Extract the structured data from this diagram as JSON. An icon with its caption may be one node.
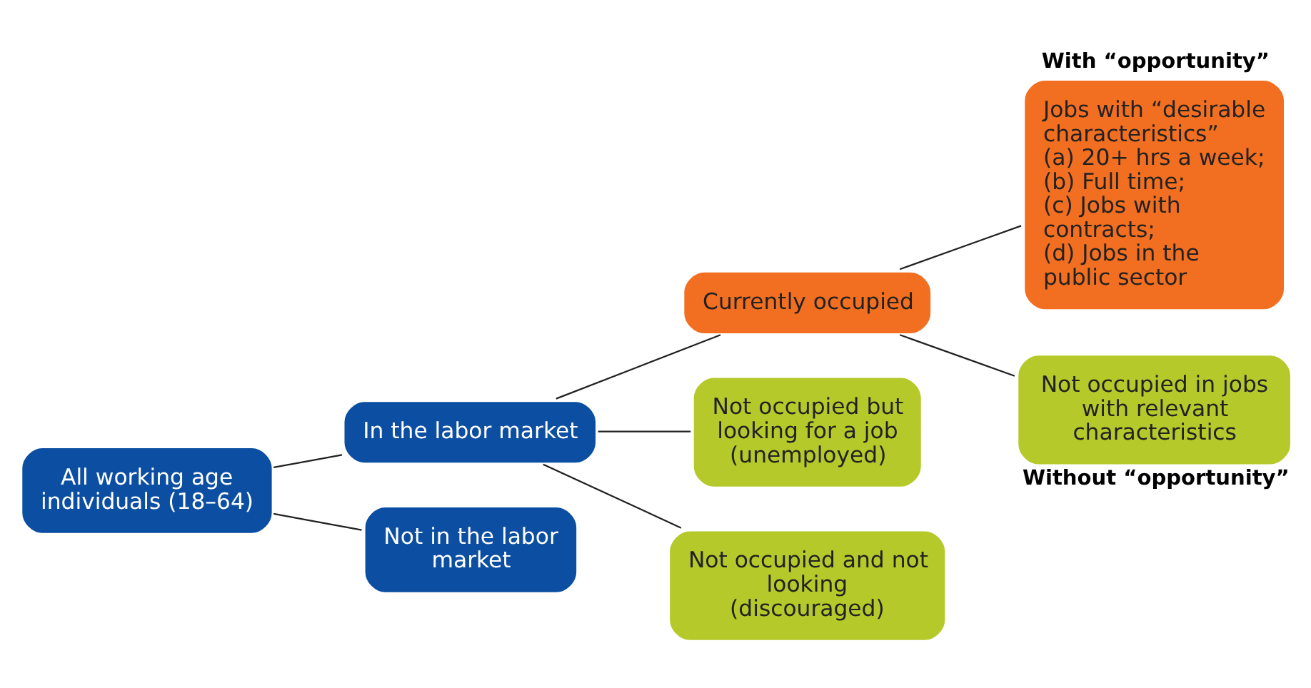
{
  "diagram": {
    "nodes": [
      {
        "text": [
          "All working age individuals (18–64)"
        ]
      },
      {
        "text": [
          "In the labor market"
        ]
      },
      {
        "text": [
          "Not in the labor market"
        ]
      },
      {
        "text": [
          "Currently occupied"
        ]
      },
      {
        "text": [
          "Not occupied but looking for a job (unemployed)"
        ]
      },
      {
        "text": [
          "Not occupied and not looking (discouraged)"
        ]
      },
      {
        "text": [
          "Jobs with “desirable characteristics”",
          "(a) 20+ hrs a week;",
          "(b) Full time;",
          "(c) Jobs with contracts;",
          "(d) Jobs in the public sector"
        ],
        "beside": [
          "With “opportunity”"
        ]
      },
      {
        "text": [
          "Not occupied in jobs with relevant characteristics"
        ],
        "beside": [
          "Without “opportunity”"
        ]
      }
    ],
    "edges": [
      {
        "from": 0,
        "to": 1,
        "arrow": "none"
      },
      {
        "from": 0,
        "to": 2,
        "arrow": "none"
      },
      {
        "from": 1,
        "to": 3,
        "arrow": "none"
      },
      {
        "from": 1,
        "to": 4,
        "arrow": "none"
      },
      {
        "from": 1,
        "to": 5,
        "arrow": "none"
      },
      {
        "from": 3,
        "to": 6,
        "arrow": "none"
      },
      {
        "from": 3,
        "to": 7,
        "arrow": "none"
      }
    ]
  }
}
